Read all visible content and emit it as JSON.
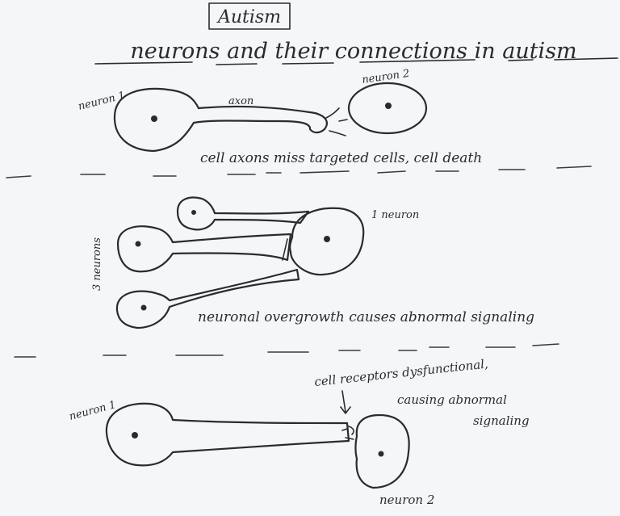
{
  "header": {
    "tag": "Autism",
    "title": "neurons and their connections in autism"
  },
  "panel1": {
    "neuron1_label": "neuron 1",
    "neuron2_label": "neuron 2",
    "axon_label": "axon",
    "caption": "cell axons miss targeted cells, cell death"
  },
  "panel2": {
    "group_label": "3 neurons",
    "single_label": "1 neuron",
    "caption": "neuronal overgrowth causes abnormal signaling"
  },
  "panel3": {
    "neuron1_label": "neuron 1",
    "neuron2_label": "neuron 2",
    "caption_line1": "cell receptors dysfunctional,",
    "caption_line2": "causing abnormal",
    "caption_line3": "signaling"
  },
  "colors": {
    "ink": "#2b2b2f",
    "paper": "#f4f6f8"
  }
}
